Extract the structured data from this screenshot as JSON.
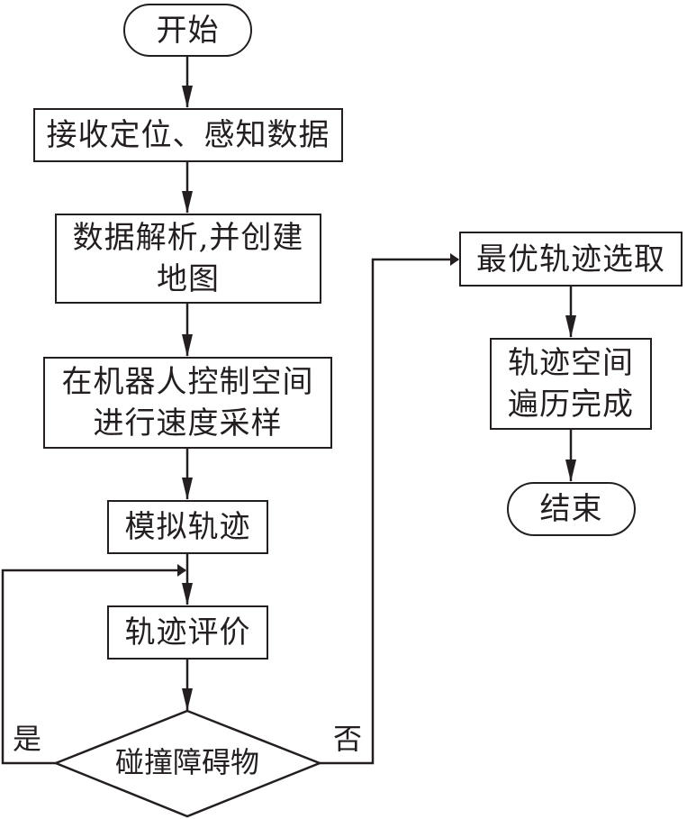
{
  "diagram": {
    "type": "flowchart",
    "nodes": {
      "start": {
        "shape": "terminal",
        "lines": [
          "开始"
        ]
      },
      "receive": {
        "shape": "process",
        "lines": [
          "接收定位、感知数据"
        ]
      },
      "parse": {
        "shape": "process",
        "lines": [
          "数据解析,并创建",
          "地图"
        ]
      },
      "sample": {
        "shape": "process",
        "lines": [
          "在机器人控制空间",
          "进行速度采样"
        ]
      },
      "simulate": {
        "shape": "process",
        "lines": [
          "模拟轨迹"
        ]
      },
      "evaluate": {
        "shape": "process",
        "lines": [
          "轨迹评价"
        ]
      },
      "decision": {
        "shape": "decision",
        "lines": [
          "碰撞障碍物"
        ]
      },
      "select": {
        "shape": "process",
        "lines": [
          "最优轨迹选取"
        ]
      },
      "traverse": {
        "shape": "process",
        "lines": [
          "轨迹空间",
          "遍历完成"
        ]
      },
      "end": {
        "shape": "terminal",
        "lines": [
          "结束"
        ]
      }
    },
    "branch_labels": {
      "yes": "是",
      "no": "否"
    },
    "edges": [
      {
        "from": "start",
        "to": "receive"
      },
      {
        "from": "receive",
        "to": "parse"
      },
      {
        "from": "parse",
        "to": "sample"
      },
      {
        "from": "sample",
        "to": "simulate"
      },
      {
        "from": "simulate",
        "to": "evaluate"
      },
      {
        "from": "evaluate",
        "to": "decision"
      },
      {
        "from": "decision",
        "to": "evaluate",
        "label": "是"
      },
      {
        "from": "decision",
        "to": "select",
        "label": "否"
      },
      {
        "from": "select",
        "to": "traverse"
      },
      {
        "from": "traverse",
        "to": "end"
      }
    ]
  }
}
